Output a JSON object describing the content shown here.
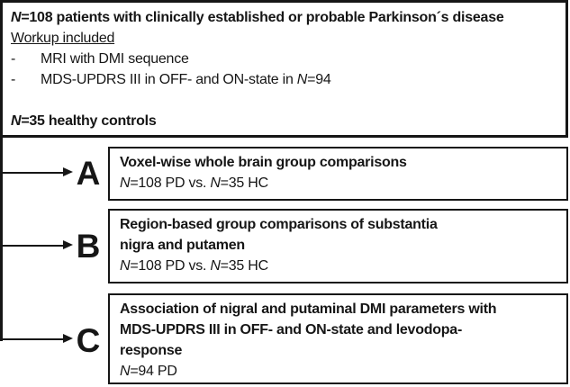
{
  "diagram": {
    "colors": {
      "ink": "#161616",
      "background": "#ffffff"
    },
    "top_box": {
      "lines": [
        {
          "segments": [
            {
              "t": "N",
              "b": true,
              "i": true
            },
            {
              "t": "=108 patients with clinically established or probable Parkinson´s disease",
              "b": true
            }
          ]
        },
        {
          "segments": [
            {
              "t": "Workup included",
              "u": true
            }
          ]
        },
        {
          "bullet": "-",
          "segments": [
            {
              "t": "MRI with DMI sequence"
            }
          ]
        },
        {
          "bullet": "-",
          "segments": [
            {
              "t": "MDS-UPDRS III in OFF- and ON-state in "
            },
            {
              "t": "N",
              "i": true
            },
            {
              "t": "=94"
            }
          ]
        },
        {
          "segments": []
        },
        {
          "segments": [
            {
              "t": "N",
              "b": true,
              "i": true
            },
            {
              "t": "=35 healthy controls",
              "b": true
            }
          ]
        }
      ]
    },
    "branches": [
      {
        "label": "A",
        "lines": [
          {
            "segments": [
              {
                "t": "Voxel-wise whole brain group comparisons",
                "b": true
              }
            ]
          },
          {
            "segments": [
              {
                "t": "N",
                "i": true
              },
              {
                "t": "=108 PD vs. "
              },
              {
                "t": "N",
                "i": true
              },
              {
                "t": "=35 HC"
              }
            ]
          }
        ]
      },
      {
        "label": "B",
        "lines": [
          {
            "segments": [
              {
                "t": "Region-based group comparisons of substantia",
                "b": true
              }
            ]
          },
          {
            "segments": [
              {
                "t": "nigra and putamen",
                "b": true
              }
            ]
          },
          {
            "segments": [
              {
                "t": "N",
                "i": true
              },
              {
                "t": "=108 PD vs. "
              },
              {
                "t": "N",
                "i": true
              },
              {
                "t": "=35 HC"
              }
            ]
          }
        ]
      },
      {
        "label": "C",
        "lines": [
          {
            "segments": [
              {
                "t": "Association of nigral and putaminal DMI parameters with",
                "b": true
              }
            ]
          },
          {
            "segments": [
              {
                "t": "MDS-UPDRS III in OFF- and ON-state and levodopa-",
                "b": true
              }
            ]
          },
          {
            "segments": [
              {
                "t": "response",
                "b": true
              }
            ]
          },
          {
            "segments": [
              {
                "t": "N",
                "i": true
              },
              {
                "t": "=94 PD"
              }
            ]
          }
        ]
      }
    ]
  }
}
